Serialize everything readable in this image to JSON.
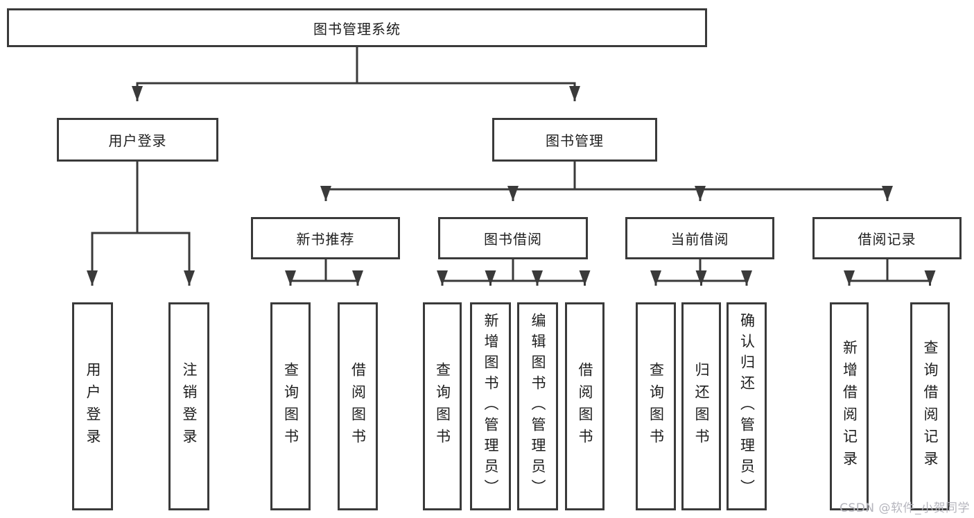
{
  "tree": {
    "label": "图书管理系统",
    "children": [
      {
        "label": "用户登录",
        "children": [
          {
            "label": "用户登录"
          },
          {
            "label": "注销登录"
          }
        ]
      },
      {
        "label": "图书管理",
        "children": [
          {
            "label": "新书推荐",
            "children": [
              {
                "label": "查询图书"
              },
              {
                "label": "借阅图书"
              }
            ]
          },
          {
            "label": "图书借阅",
            "children": [
              {
                "label": "查询图书"
              },
              {
                "label": "新增图书（管理员）"
              },
              {
                "label": "编辑图书（管理员）"
              },
              {
                "label": "借阅图书"
              }
            ]
          },
          {
            "label": "当前借阅",
            "children": [
              {
                "label": "查询图书"
              },
              {
                "label": "归还图书"
              },
              {
                "label": "确认归还（管理员）"
              }
            ]
          },
          {
            "label": "借阅记录",
            "children": [
              {
                "label": "新增借阅记录"
              },
              {
                "label": "查询借阅记录"
              }
            ]
          }
        ]
      }
    ]
  },
  "colors": {
    "line": "#3a3a3a",
    "text": "#1e1e1e",
    "background": "#ffffff",
    "watermark": "#b5b5bd"
  },
  "watermark": "CSDN @软件_小贺同学"
}
